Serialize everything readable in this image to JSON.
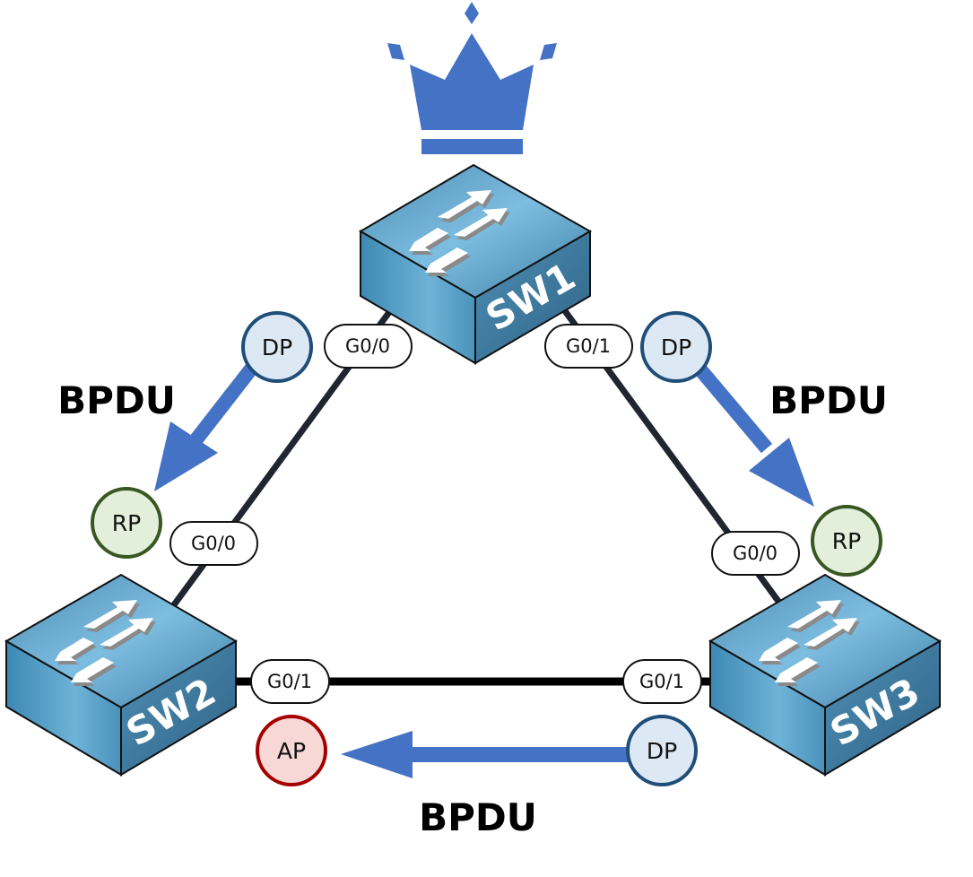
{
  "diagram": {
    "title_icon": "crown-icon",
    "root_bridge": "SW1",
    "colors": {
      "arrow": "#4472C4",
      "link": "#1f2630",
      "dp_fill": "#dde8f5",
      "dp_stroke": "#1f4e79",
      "rp_fill": "#e2efda",
      "rp_stroke": "#385723",
      "ap_fill": "#f8d7d7",
      "ap_stroke": "#a50000",
      "switch_top": "#6aaed3",
      "switch_side": "#3f86ad"
    },
    "switches": [
      {
        "id": "sw1",
        "label": "SW1"
      },
      {
        "id": "sw2",
        "label": "SW2"
      },
      {
        "id": "sw3",
        "label": "SW3"
      }
    ],
    "links": [
      {
        "from": "SW1",
        "from_port": "G0/0",
        "to": "SW2",
        "to_port": "G0/0"
      },
      {
        "from": "SW1",
        "from_port": "G0/1",
        "to": "SW3",
        "to_port": "G0/0"
      },
      {
        "from": "SW2",
        "from_port": "G0/1",
        "to": "SW3",
        "to_port": "G0/1"
      }
    ],
    "ports": {
      "sw1_g00": "G0/0",
      "sw1_g01": "G0/1",
      "sw2_g00": "G0/0",
      "sw2_g01": "G0/1",
      "sw3_g00": "G0/0",
      "sw3_g01": "G0/1"
    },
    "roles": {
      "sw1_g00": "DP",
      "sw1_g01": "DP",
      "sw2_g00": "RP",
      "sw3_g00": "RP",
      "sw2_g01": "AP",
      "sw3_g01": "DP"
    },
    "bpdu_labels": {
      "left": "BPDU",
      "right": "BPDU",
      "bottom": "BPDU"
    }
  }
}
